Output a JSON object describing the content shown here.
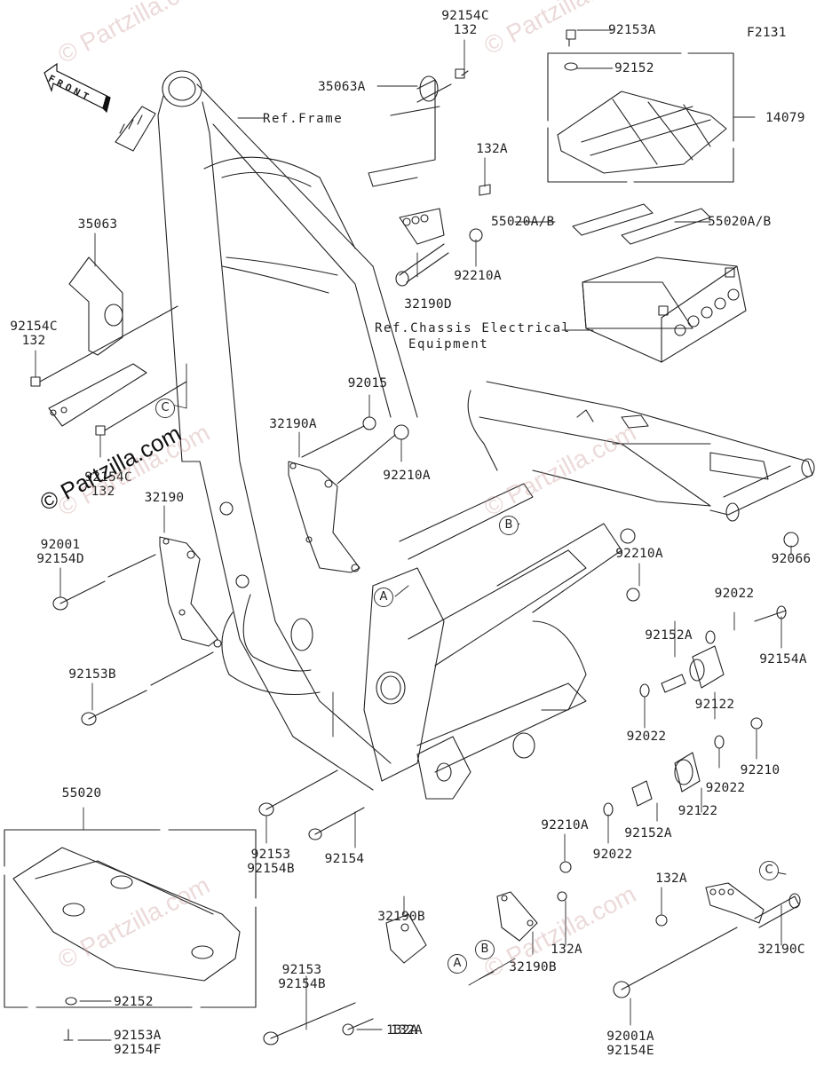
{
  "diagram": {
    "figure_code": "F2131",
    "front_arrow_label": "FRONT",
    "watermarks": [
      "© Partzilla.com",
      "© Partzilla.com",
      "© Partzilla.com",
      "© Partzilla.com",
      "© Partzilla.com",
      "© Partzilla.com"
    ],
    "watermark_main": "© Partzilla.com",
    "references": {
      "frame": "Ref.Frame",
      "chassis_electrical_line1": "Ref.Chassis Electrical",
      "chassis_electrical_line2": "Equipment"
    },
    "callouts": [
      "A",
      "B",
      "C"
    ],
    "parts": [
      {
        "id": "p01",
        "label": "92154C",
        "sub": "132"
      },
      {
        "id": "p02",
        "label": "35063A"
      },
      {
        "id": "p03",
        "label": "92153A"
      },
      {
        "id": "p04",
        "label": "92152"
      },
      {
        "id": "p05",
        "label": "14079"
      },
      {
        "id": "p06",
        "label": "132A"
      },
      {
        "id": "p07",
        "label": "55020A/B"
      },
      {
        "id": "p08",
        "label": "55020A/B"
      },
      {
        "id": "p09",
        "label": "92210A"
      },
      {
        "id": "p10",
        "label": "32190D"
      },
      {
        "id": "p11",
        "label": "35063"
      },
      {
        "id": "p12",
        "label": "92154C",
        "sub": "132"
      },
      {
        "id": "p13",
        "label": "92154C",
        "sub": "132"
      },
      {
        "id": "p14",
        "label": "92015"
      },
      {
        "id": "p15",
        "label": "32190A"
      },
      {
        "id": "p16",
        "label": "92210A"
      },
      {
        "id": "p17",
        "label": "32190"
      },
      {
        "id": "p18",
        "label": "92001",
        "sub": "92154D"
      },
      {
        "id": "p19",
        "label": "92066"
      },
      {
        "id": "p20",
        "label": "92210A"
      },
      {
        "id": "p21",
        "label": "92022"
      },
      {
        "id": "p22",
        "label": "92152A"
      },
      {
        "id": "p23",
        "label": "92154A"
      },
      {
        "id": "p24",
        "label": "92153B"
      },
      {
        "id": "p25",
        "label": "92122"
      },
      {
        "id": "p26",
        "label": "92022"
      },
      {
        "id": "p27",
        "label": "92210"
      },
      {
        "id": "p28",
        "label": "92022"
      },
      {
        "id": "p29",
        "label": "55020"
      },
      {
        "id": "p30",
        "label": "92153",
        "sub": "92154B"
      },
      {
        "id": "p31",
        "label": "92154"
      },
      {
        "id": "p32",
        "label": "92122"
      },
      {
        "id": "p33",
        "label": "92152A"
      },
      {
        "id": "p34",
        "label": "92022"
      },
      {
        "id": "p35",
        "label": "92210A"
      },
      {
        "id": "p36",
        "label": "132A"
      },
      {
        "id": "p37",
        "label": "32190B"
      },
      {
        "id": "p38",
        "label": "32190B"
      },
      {
        "id": "p39",
        "label": "132A"
      },
      {
        "id": "p40",
        "label": "132A"
      },
      {
        "id": "p41",
        "label": "32190C"
      },
      {
        "id": "p42",
        "label": "92153",
        "sub": "92154B"
      },
      {
        "id": "p43",
        "label": "92152"
      },
      {
        "id": "p44",
        "label": "92153A",
        "sub": "92154F"
      },
      {
        "id": "p45",
        "label": "132A"
      },
      {
        "id": "p46",
        "label": "92001A",
        "sub": "92154E"
      }
    ]
  }
}
